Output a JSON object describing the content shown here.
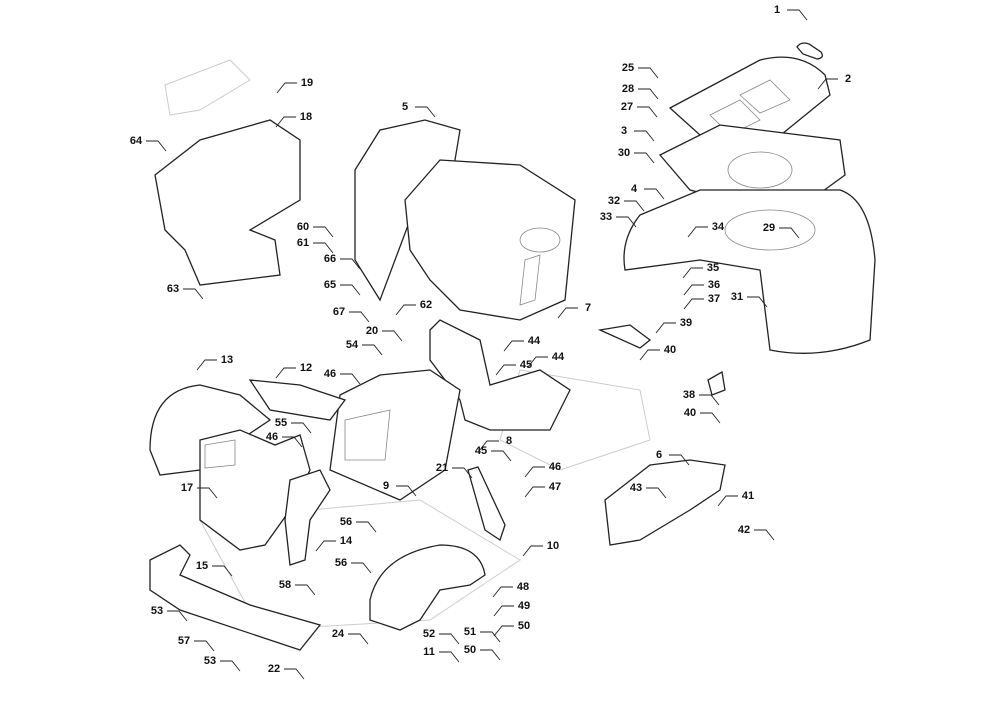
{
  "diagram": {
    "type": "exploded-parts-diagram",
    "callouts": [
      "1",
      "2",
      "25",
      "28",
      "27",
      "3",
      "30",
      "4",
      "32",
      "33",
      "34",
      "35",
      "36",
      "37",
      "31",
      "29",
      "39",
      "40",
      "38",
      "40",
      "5",
      "19",
      "18",
      "64",
      "60",
      "61",
      "66",
      "65",
      "67",
      "62",
      "7",
      "63",
      "20",
      "54",
      "44",
      "44",
      "45",
      "46",
      "12",
      "13",
      "55",
      "46",
      "8",
      "45",
      "21",
      "46",
      "47",
      "9",
      "17",
      "56",
      "14",
      "56",
      "15",
      "58",
      "10",
      "6",
      "43",
      "41",
      "42",
      "53",
      "57",
      "53",
      "22",
      "24",
      "52",
      "51",
      "50",
      "48",
      "49",
      "50",
      "11"
    ]
  }
}
